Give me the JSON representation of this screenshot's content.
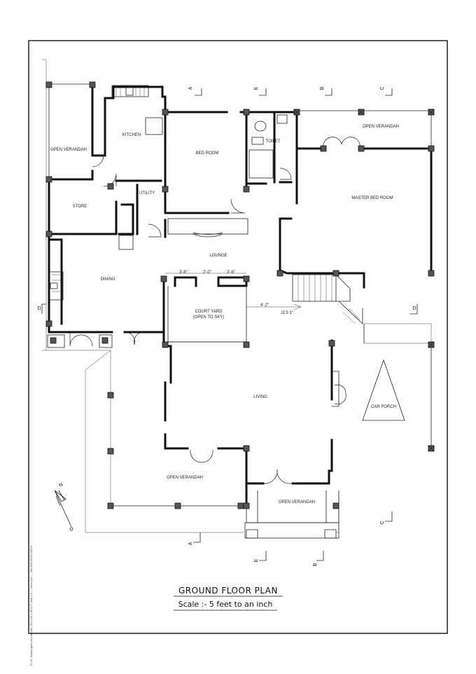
{
  "title": "GROUND FLOOR PLAN",
  "scale_text": "Scale :-  5 feet to an inch",
  "side_note": "D.I.R. dubara ghar ka nakshaa. Plot 120 x 66 G.F. plan 1:5 — sheet A/1 — M/s HOUSING ARCH",
  "rooms": {
    "open_verandah_nw": "OPEN VERANDAH",
    "kitchen": "KITCHEN",
    "bed_room": "BED ROOM",
    "toilet": "TOILET",
    "open_verandah_ne": "OPEN VERANDAH",
    "master_bed_room": "MASTER BED ROOM",
    "store": "STORE",
    "utility": "UTILITY",
    "lounge": "LOUNGE",
    "dining": "DINING",
    "court_yard_1": "COURT YARD",
    "court_yard_2": "(OPEN TO SKY)",
    "living": "LIVING",
    "car_porch": "CAR PORCH",
    "open_verandah_sw": "OPEN VERANDAH",
    "open_verandah_s": "OPEN VERANDAH"
  },
  "dimensions": {
    "d1": "3'-6\"",
    "d2": "2'-0\"",
    "d3": "3'-6\"",
    "d4": "4'-2\"",
    "level": "11'3 1\""
  },
  "sections": {
    "a_top": "A",
    "e_top": "E",
    "b_top": "B",
    "c_top": "C",
    "d_left": "D",
    "d_right": "D",
    "a_bottom": "A",
    "e_bottom": "E",
    "b_bottom": "B",
    "c_bottom": "C"
  },
  "north": "N",
  "icons": [
    "north-arrow-icon",
    "section-marker-icon"
  ]
}
